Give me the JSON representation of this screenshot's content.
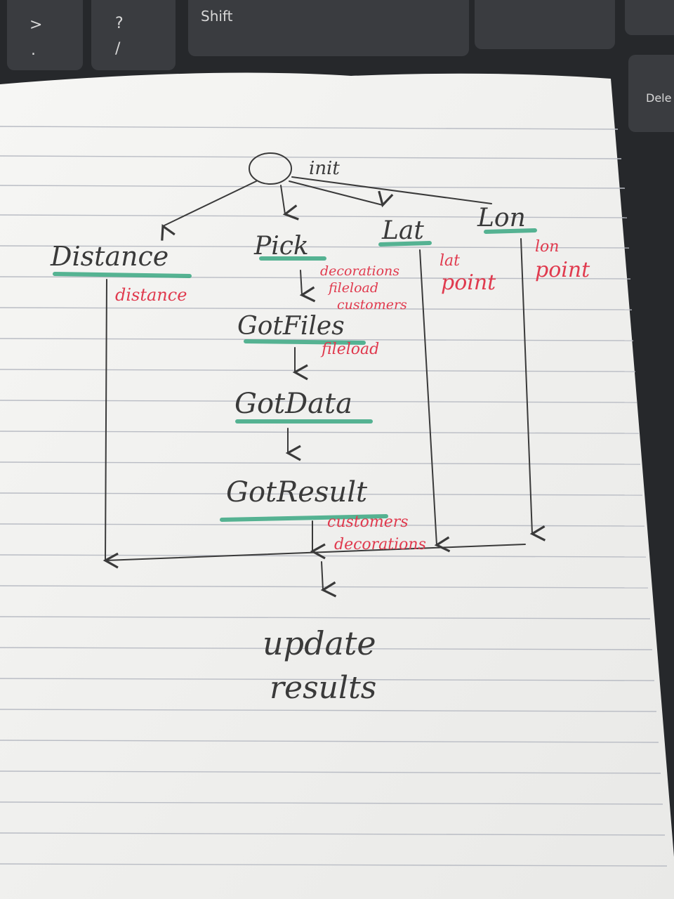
{
  "keyboard": {
    "keys": [
      {
        "id": "greater",
        "top": ">",
        "bottom": "."
      },
      {
        "id": "question",
        "top": "?",
        "bottom": "/"
      },
      {
        "id": "shift",
        "top": "Shift"
      },
      {
        "id": "delete",
        "top": "Dele"
      }
    ]
  },
  "diagram": {
    "start": "init",
    "states": {
      "distance": "Distance",
      "pick": "Pick",
      "lat": "Lat",
      "lon": "Lon",
      "got_files": "GotFiles",
      "got_data": "GotData",
      "got_result": "GotResult",
      "update_1": "update",
      "update_2": "results"
    },
    "red_notes": {
      "distance": [
        "distance"
      ],
      "pick": [
        "decorations",
        "fileload",
        "customers"
      ],
      "got_files": [
        "fileload"
      ],
      "lat": [
        "lat",
        "point"
      ],
      "lon": [
        "lon",
        "point"
      ],
      "got_result": [
        "customers",
        "decorations"
      ]
    },
    "colors": {
      "pencil": "#3a3a3a",
      "red_ink": "#e03a4e",
      "green_highlight": "#3aa882",
      "paper": "#f4f4f2",
      "rule_line": "#b9bcc4"
    }
  }
}
